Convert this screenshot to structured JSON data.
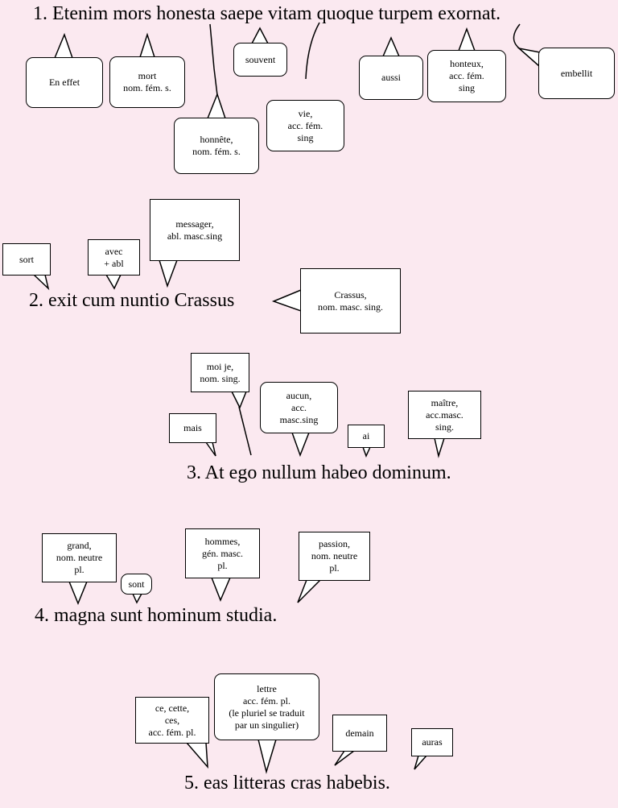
{
  "sentences": {
    "s1": "1. Etenim mors honesta saepe vitam quoque turpem exornat.",
    "s2": "2. exit cum nuntio Crassus",
    "s3": "3. At ego nullum habeo dominum.",
    "s4": "4. magna sunt hominum studia.",
    "s5": "5. eas litteras cras habebis."
  },
  "notes": {
    "s1": {
      "etenim": "En effet",
      "mors": "mort\nnom. fém. s.",
      "honesta": "honnête,\nnom. fém. s.",
      "saepe": "souvent",
      "vitam": "vie,\nacc. fém.\nsing",
      "quoque": "aussi",
      "turpem": "honteux,\nacc. fém.\nsing",
      "exornat": "embellit"
    },
    "s2": {
      "exit": "sort",
      "cum": "avec\n+ abl",
      "nuntio": "messager,\nabl. masc.sing",
      "crassus": "Crassus,\nnom. masc. sing."
    },
    "s3": {
      "ego": "moi je,\nnom. sing.",
      "at": "mais",
      "nullum": "aucun,\nacc.\nmasc.sing",
      "habeo": "ai",
      "dominum": "maître,\nacc.masc.\nsing."
    },
    "s4": {
      "magna": "grand,\nnom. neutre\npl.",
      "sunt": "sont",
      "hominum": "hommes,\ngén. masc.\npl.",
      "studia": "passion,\nnom. neutre\npl."
    },
    "s5": {
      "eas": "ce, cette,\nces,\nacc. fém. pl.",
      "litteras": "lettre\nacc. fém. pl.\n(le pluriel se traduit\npar un singulier)",
      "cras": "demain",
      "habebis": "auras"
    }
  }
}
